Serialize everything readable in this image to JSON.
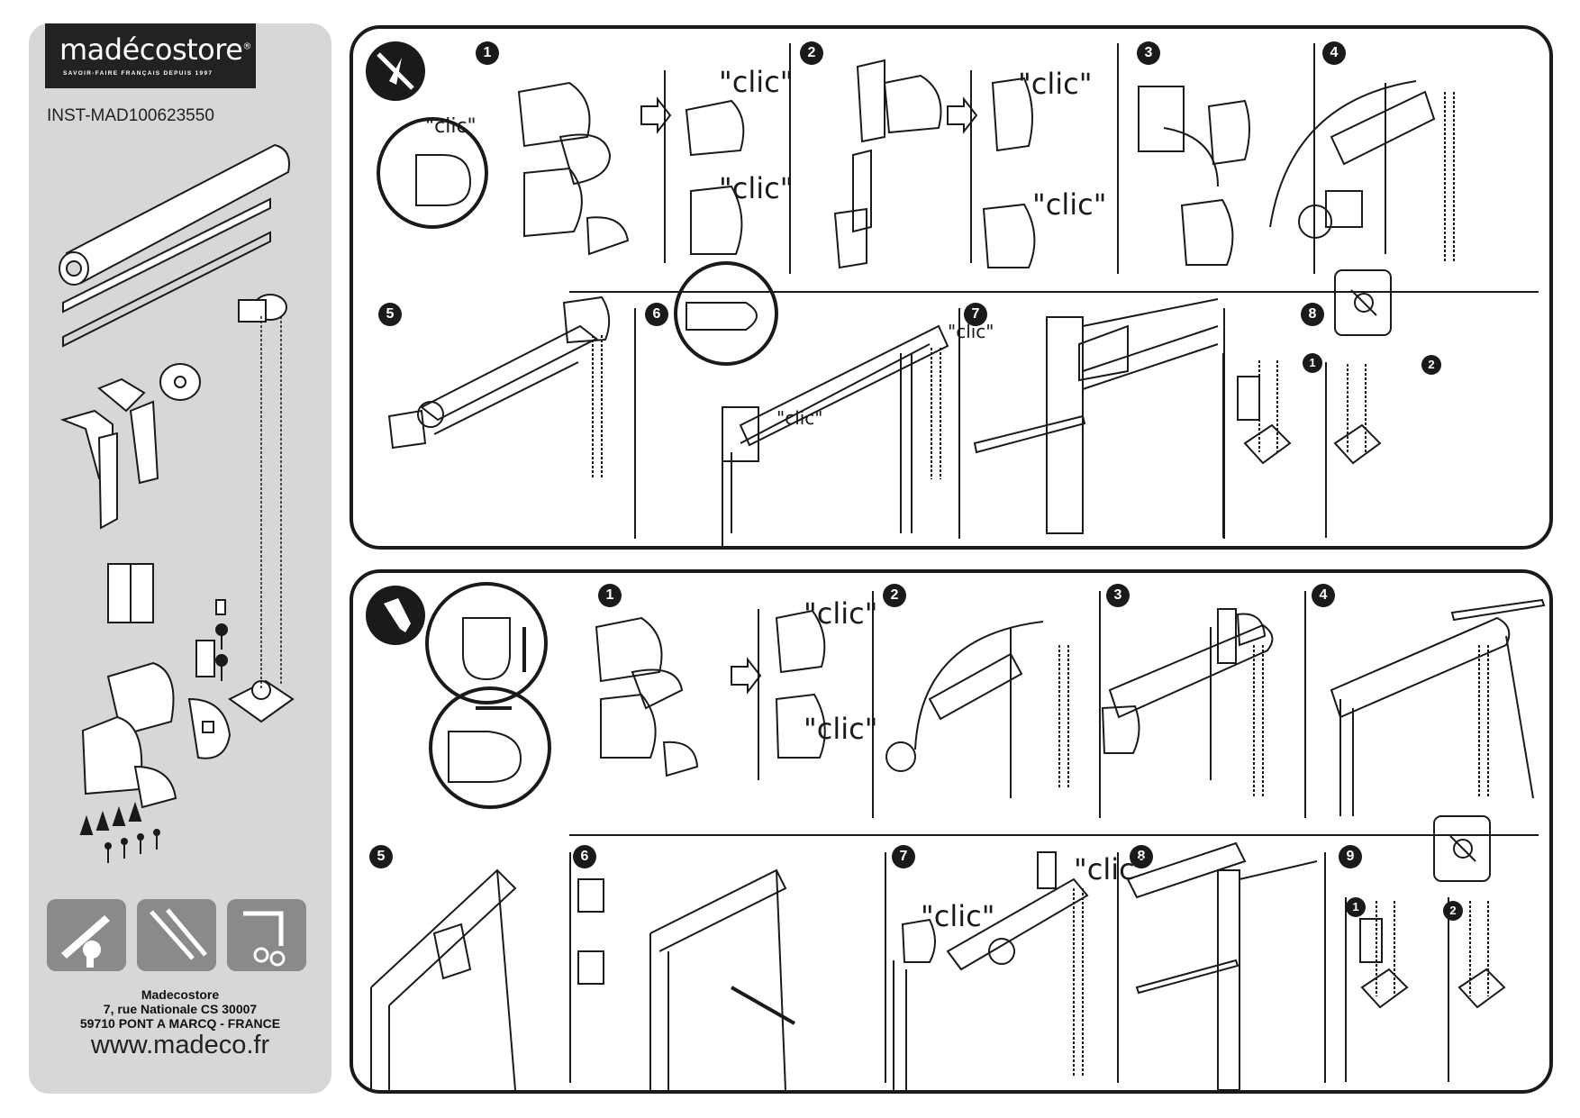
{
  "brand": {
    "name": "madécostore",
    "registered": "®",
    "tagline": "SAVOIR-FAIRE FRANÇAIS DEPUIS 1997"
  },
  "reference": "INST-MAD100623550",
  "address": {
    "company": "Madecostore",
    "street": "7, rue Nationale CS 30007",
    "city": "59710 PONT A MARCQ - FRANCE"
  },
  "website": "www.madeco.fr",
  "tools": [
    {
      "icon": "level-and-drill-icon"
    },
    {
      "icon": "screwdrivers-icon"
    },
    {
      "icon": "saw-and-scissors-icon"
    }
  ],
  "panel_no_drill": {
    "mode_icon": "no-drill-icon",
    "click_word": "\"clic\"",
    "steps": [
      "1",
      "2",
      "3",
      "4",
      "5",
      "6",
      "7",
      "8"
    ],
    "chain_substeps": [
      "1",
      "2"
    ]
  },
  "panel_drill": {
    "mode_icon": "screw-icon",
    "click_word": "\"clic\"",
    "steps": [
      "1",
      "2",
      "3",
      "4",
      "5",
      "6",
      "7",
      "8",
      "9"
    ],
    "chain_substeps": [
      "1",
      "2"
    ]
  },
  "colors": {
    "ink": "#1a1a1a",
    "sidebar": "#d7d7d7",
    "brand_bar": "#222222",
    "tool_tiles": "#8a8a8a"
  }
}
